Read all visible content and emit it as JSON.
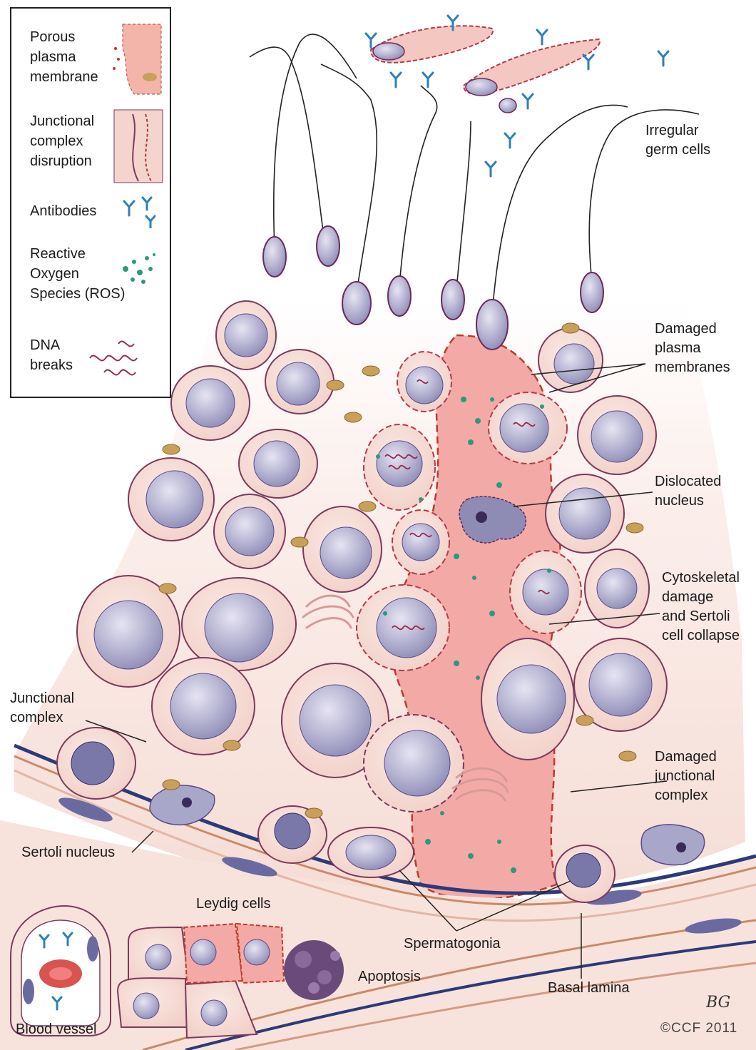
{
  "legend": {
    "items": [
      {
        "label": "Porous\nplasma\nmembrane",
        "icon": "porous-membrane-icon"
      },
      {
        "label": "Junctional\ncomplex\ndisruption",
        "icon": "junction-disruption-icon"
      },
      {
        "label": "Antibodies",
        "icon": "antibody-icon"
      },
      {
        "label": "Reactive\nOxygen\nSpecies (ROS)",
        "icon": "ros-dots-icon"
      },
      {
        "label": "DNA\nbreaks",
        "icon": "dna-break-icon"
      }
    ]
  },
  "labels": {
    "irregular_germ_cells": "Irregular\ngerm cells",
    "damaged_plasma_membranes": "Damaged\nplasma\nmembranes",
    "dislocated_nucleus": "Dislocated\nnucleus",
    "cytoskeletal_damage": "Cytoskeletal\ndamage\nand Sertoli\ncell collapse",
    "junctional_complex": "Junctional\ncomplex",
    "damaged_junctional_complex": "Damaged\njunctional\ncomplex",
    "sertoli_nucleus": "Sertoli nucleus",
    "leydig_cells": "Leydig cells",
    "spermatogonia": "Spermatogonia",
    "apoptosis": "Apoptosis",
    "basal_lamina": "Basal lamina",
    "blood_vessel": "Blood vessel"
  },
  "credit": {
    "signature": "BG",
    "copyright": "©CCF 2011"
  },
  "colors": {
    "cytoplasm": "#f7dcd6",
    "damaged_cytoplasm": "#f2a8a4",
    "cell_outline": "#7a3a5e",
    "nucleus": "#a8a6c8",
    "chromatin": "#4a3a8a",
    "mitochondria": "#c9a05a",
    "antibody": "#2f7fb8",
    "ros": "#2a9a7a",
    "dna": "#9a2a4a",
    "basal_lamina": "#2c3a7a"
  }
}
